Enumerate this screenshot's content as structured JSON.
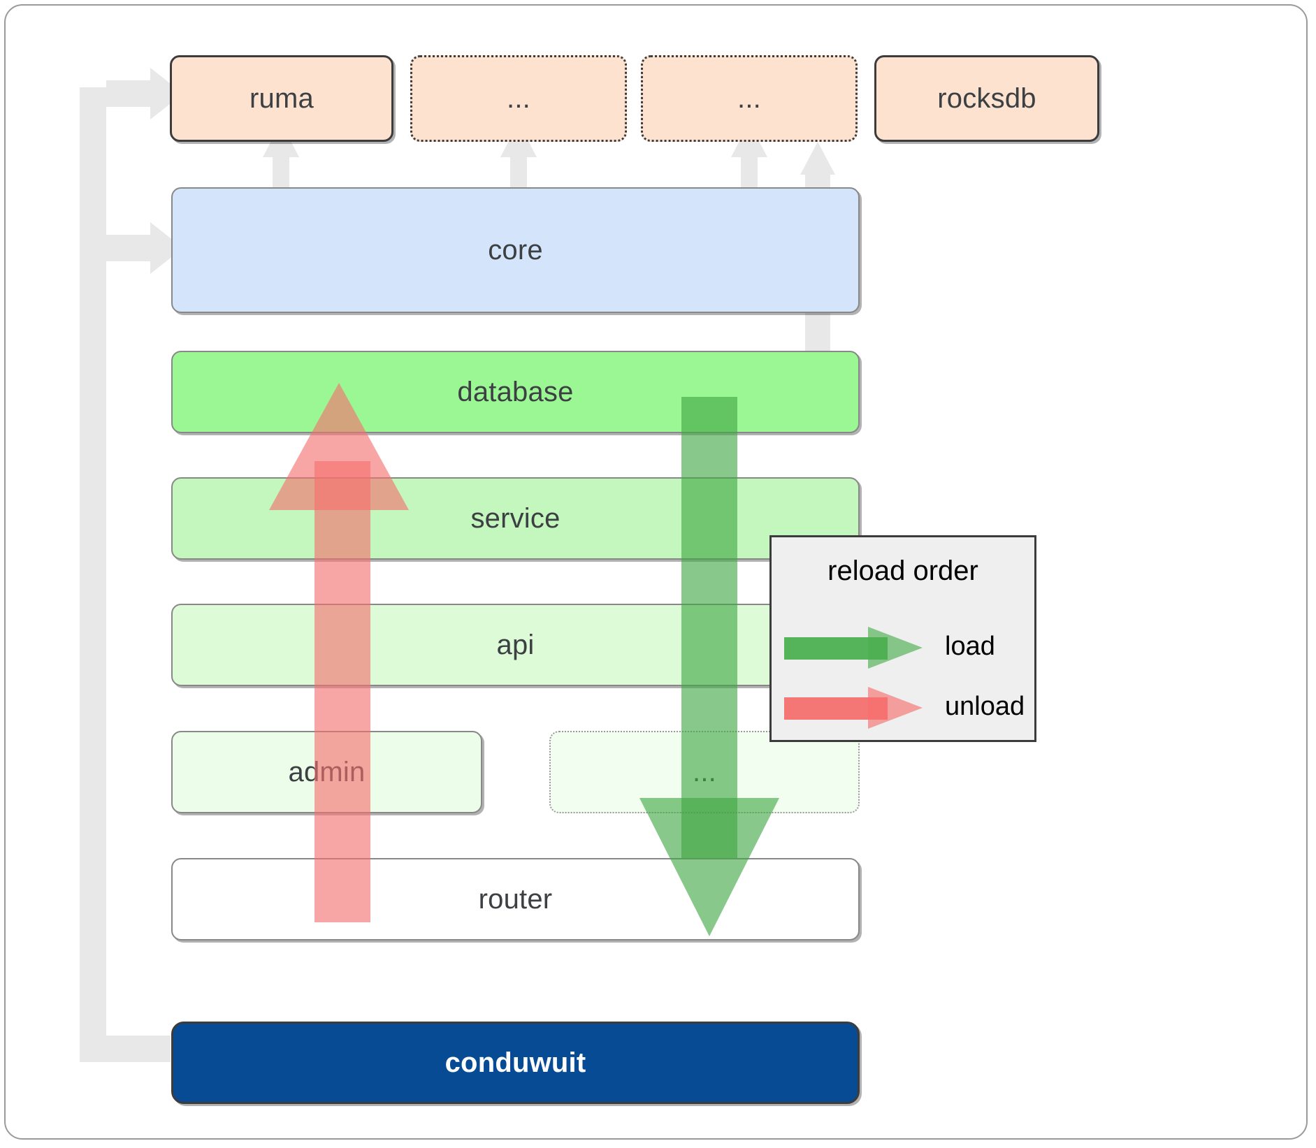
{
  "diagram": {
    "title_semantic": "conduwuit crate dependency / reload order diagram",
    "nodes": [
      {
        "id": "ruma",
        "label": "ruma",
        "style": "orange-solid"
      },
      {
        "id": "ellipsis1",
        "label": "...",
        "style": "orange-dotted"
      },
      {
        "id": "ellipsis2",
        "label": "...",
        "style": "orange-dotted"
      },
      {
        "id": "rocksdb",
        "label": "rocksdb",
        "style": "orange-solid"
      },
      {
        "id": "core",
        "label": "core",
        "style": "blue"
      },
      {
        "id": "database",
        "label": "database",
        "style": "green-1"
      },
      {
        "id": "service",
        "label": "service",
        "style": "green-2"
      },
      {
        "id": "api",
        "label": "api",
        "style": "green-3"
      },
      {
        "id": "admin",
        "label": "admin",
        "style": "green-4"
      },
      {
        "id": "ellipsis3",
        "label": "...",
        "style": "green-4-dotted"
      },
      {
        "id": "router",
        "label": "router",
        "style": "white"
      },
      {
        "id": "conduwuit",
        "label": "conduwuit",
        "style": "navy"
      }
    ]
  },
  "legend": {
    "title": "reload order",
    "items": [
      {
        "key": "load",
        "label": "load",
        "color": "#4caf50"
      },
      {
        "key": "unload",
        "label": "unload",
        "color": "#f4706e"
      }
    ]
  },
  "colors": {
    "orange_fill": "#fde2d0",
    "blue_fill": "#d4e5fb",
    "green_1": "#9bf794",
    "green_2": "#c4f7bd",
    "green_3": "#ddfbd7",
    "green_4": "#ecfdea",
    "white_fill": "#ffffff",
    "navy_fill": "#064b94",
    "load_arrow": "#4caf50",
    "unload_arrow": "#f4706e",
    "connector_gray": "#e8e8e8",
    "legend_bg": "#efefef",
    "border_dark": "#3c3c3c",
    "border_gray": "#888888"
  }
}
